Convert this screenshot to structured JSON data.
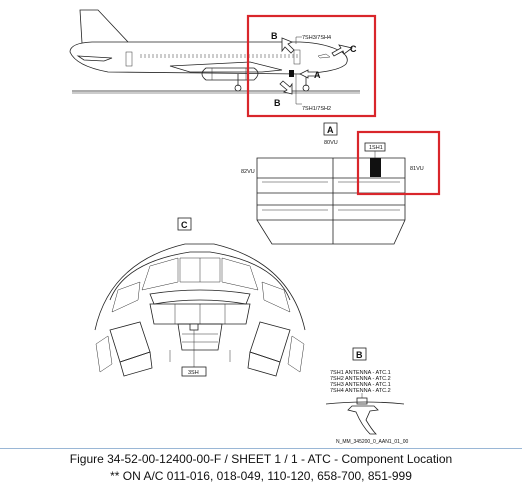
{
  "diagram": {
    "views": {
      "a_label": "A",
      "b_label": "B",
      "c_label": "C"
    },
    "aircraft": {
      "callout_a": "A",
      "callout_b_top": "B",
      "callout_b_bottom": "B",
      "callout_c": "C",
      "label_upper": "7SH3/7SH4",
      "label_lower": "7SH1/7SH2"
    },
    "rack": {
      "label_top": "80VU",
      "label_left": "82VU",
      "label_right": "81VU",
      "label_box": "1SH1"
    },
    "cockpit": {
      "label_box": "3SH"
    },
    "antenna": {
      "lines": [
        "7SH1 ANTENNA - ATC.1",
        "7SH2 ANTENNA - ATC.2",
        "7SH3 ANTENNA - ATC.1",
        "7SH4 ANTENNA - ATC.2"
      ],
      "drawing_id": "N_MM_345200_0_AAN1_01_00"
    },
    "colors": {
      "highlight": "#d9262b",
      "ink": "#222222",
      "caption_rule": "#9ab7d6"
    }
  },
  "caption": {
    "line1": "Figure 34-52-00-12400-00-F / SHEET 1 / 1 - ATC - Component Location",
    "line2": "** ON A/C 011-016, 018-049, 110-120, 658-700, 851-999"
  }
}
